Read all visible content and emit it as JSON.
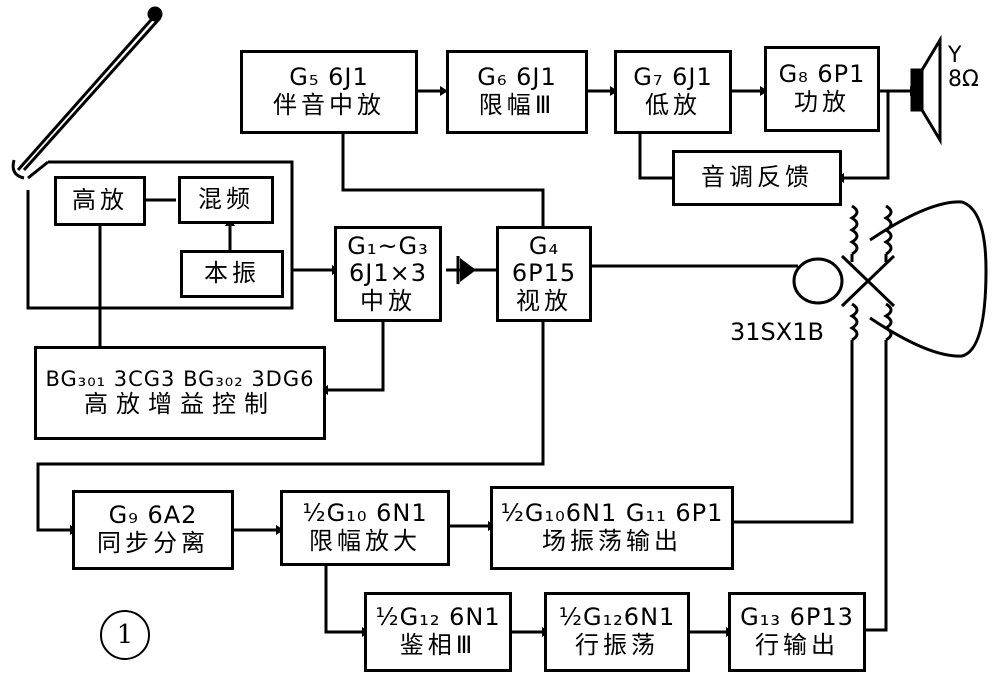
{
  "blocks": {
    "g5": {
      "line1": "G₅ 6J1",
      "line2": "伴音中放"
    },
    "g6": {
      "line1": "G₆ 6J1",
      "line2": "限幅Ⅲ"
    },
    "g7": {
      "line1": "G₇ 6J1",
      "line2": "低放"
    },
    "g8": {
      "line1": "G₈ 6P1",
      "line2": "功放"
    },
    "tone": {
      "label": "音调反馈"
    },
    "rf_amp": {
      "label": "高放"
    },
    "mixer": {
      "label": "混频"
    },
    "local_osc": {
      "label": "本振"
    },
    "g1_g3": {
      "line1": "G₁~G₃",
      "line2": "6J1×3",
      "line3": "中放"
    },
    "g4": {
      "line1": "G₄",
      "line2": "6P15",
      "line3": "视放"
    },
    "rf_gain": {
      "line1": "BG₃₀₁ 3CG3  BG₃₀₂ 3DG6",
      "line2": "高放增益控制"
    },
    "g9": {
      "line1": "G₉  6A2",
      "line2": "同步分离"
    },
    "g10a": {
      "line1": "½G₁₀ 6N1",
      "line2": "限幅放大"
    },
    "g10b": {
      "line1": "½G₁₀6N1  G₁₁ 6P1",
      "line2": "场振荡输出"
    },
    "g12a": {
      "line1": "½G₁₂ 6N1",
      "line2": "鉴相Ⅲ"
    },
    "g12b": {
      "line1": "½G₁₂6N1",
      "line2": "行振荡"
    },
    "g13": {
      "line1": "G₁₃ 6P13",
      "line2": "行输出"
    }
  },
  "speaker": {
    "line1": "Y",
    "line2": "8Ω"
  },
  "crt": {
    "label": "31SX1B"
  },
  "figure_number": "1"
}
